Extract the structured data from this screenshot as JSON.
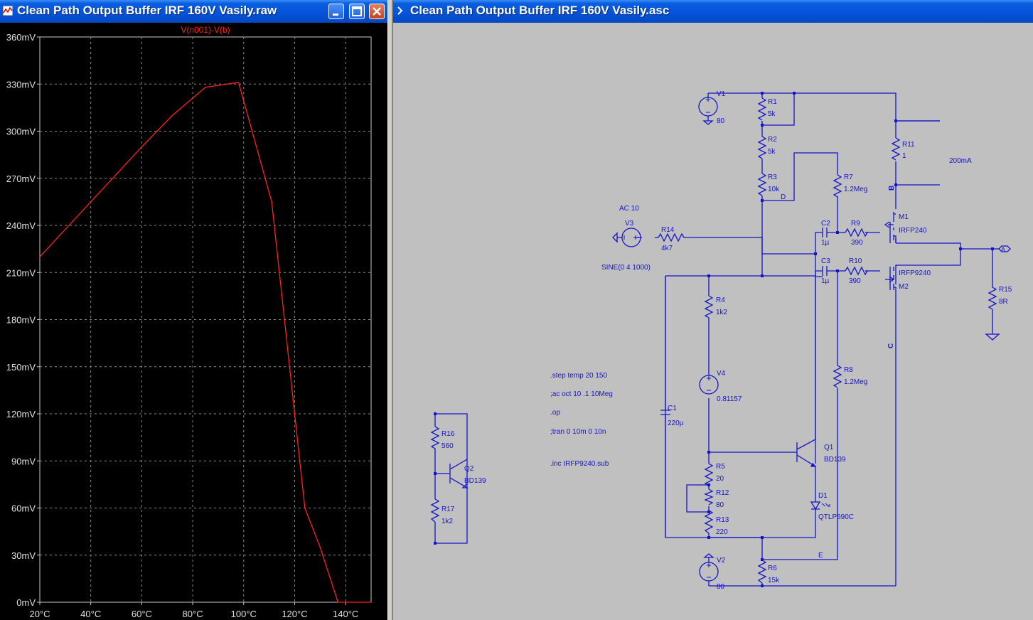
{
  "plot_window": {
    "title": "Clean Path Output Buffer IRF 160V Vasily.raw",
    "trace_label": "V(n001)-V(b)",
    "trace_color": "#ff2020"
  },
  "schematic_window": {
    "title": "Clean Path Output Buffer IRF 160V Vasily.asc",
    "wire_color": "#1414c8"
  },
  "chart_data": {
    "type": "line",
    "series": [
      {
        "name": "V(n001)-V(b)",
        "x": [
          20,
          40,
          60,
          72,
          85,
          98,
          111,
          124,
          130,
          137,
          150
        ],
        "y": [
          220,
          255,
          290,
          310,
          328,
          331,
          255,
          60,
          35,
          0,
          0
        ]
      }
    ],
    "x_unit": "°C",
    "y_unit": "mV",
    "xlim": [
      20,
      150
    ],
    "ylim": [
      0,
      360
    ],
    "xticks": [
      "20°C",
      "40°C",
      "60°C",
      "80°C",
      "100°C",
      "120°C",
      "140°C"
    ],
    "yticks": [
      "0mV",
      "30mV",
      "60mV",
      "90mV",
      "120mV",
      "150mV",
      "180mV",
      "210mV",
      "240mV",
      "270mV",
      "300mV",
      "330mV",
      "360mV"
    ],
    "grid": true
  },
  "schematic": {
    "labels": {
      "V1": "V1",
      "V1_val": "80",
      "R1": "R1",
      "R1_val": "5k",
      "R2": "R2",
      "R2_val": "5k",
      "R3": "R3",
      "R3_val": "10k",
      "D_node": "D",
      "R7": "R7",
      "R7_val": "1.2Meg",
      "R11": "R11",
      "R11_val": "1",
      "note_200mA": "200mA",
      "B_node": "B",
      "M1": "M1",
      "M1_val": "IRFP240",
      "AC": "AC 10",
      "V3": "V3",
      "R14": "R14",
      "R14_val": "4k7",
      "SINE": "SINE(0 4 1000)",
      "C2": "C2",
      "C2_val": "1µ",
      "R9": "R9",
      "R9_val": "390",
      "C3": "C3",
      "C3_val": "1µ",
      "R10": "R10",
      "R10_val": "390",
      "M2_val": "IRFP9240",
      "M2": "M2",
      "R15": "R15",
      "R15_val": "8R",
      "A_port": "A",
      "R4": "R4",
      "R4_val": "1k2",
      "V4": "V4",
      "V4_val": "0.81157",
      "C1": "C1",
      "C1_val": "220µ",
      "R8": "R8",
      "R8_val": "1.2Meg",
      "C_node": "C",
      "Q1": "Q1",
      "Q1_val": "BD139",
      "R5": "R5",
      "R5_val": "20",
      "R12": "R12",
      "R12_val": "80",
      "R13": "R13",
      "R13_val": "220",
      "D1": "D1",
      "D1_val": "QTLP690C",
      "E_node": "E",
      "V2": "V2",
      "V2_val": "80",
      "R6": "R6",
      "R6_val": "15k",
      "R16": "R16",
      "R16_val": "560",
      "Q2": "Q2",
      "Q2_val": "BD139",
      "R17": "R17",
      "R17_val": "1k2"
    },
    "directives": [
      ".step temp 20 150",
      ";ac oct 10 .1 10Meg",
      ".op",
      ";tran 0 10m 0 10n",
      ".inc IRFP9240.sub"
    ]
  }
}
